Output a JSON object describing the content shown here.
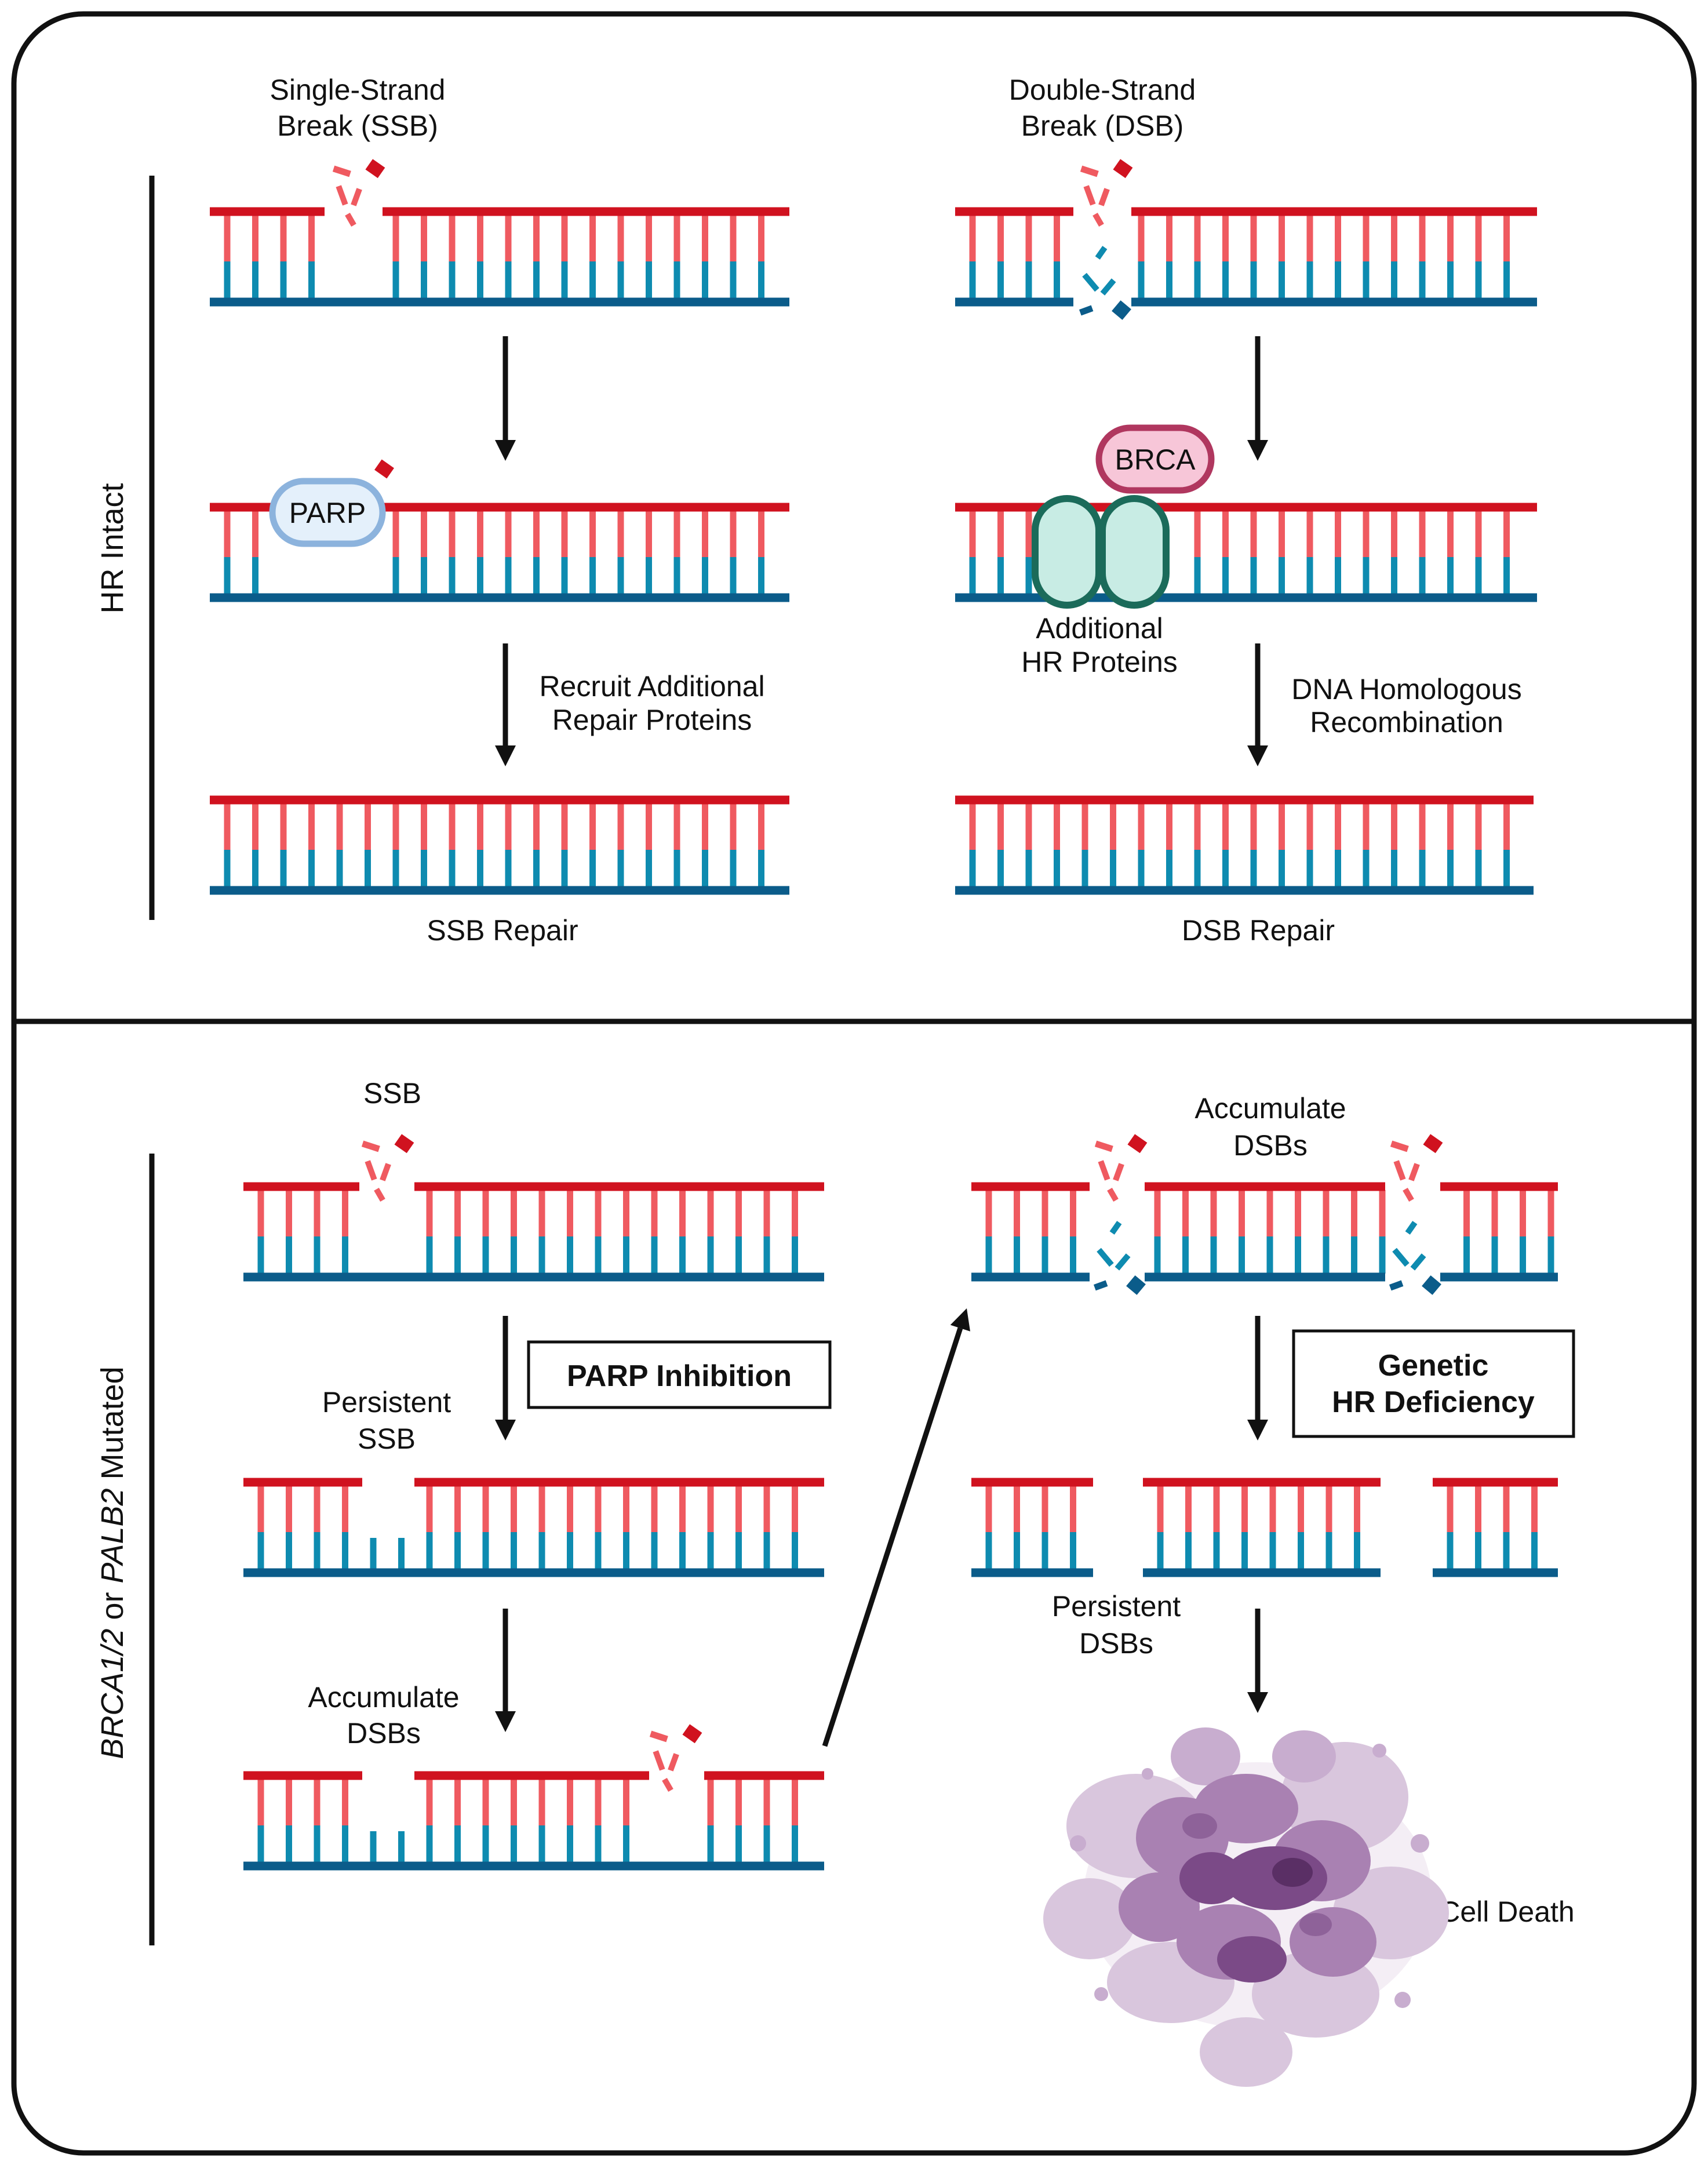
{
  "colors": {
    "top_strand": "#d0121f",
    "top_rung": "#ef5a60",
    "bottom_strand": "#0b5c8a",
    "bottom_rung": "#0e8bb0",
    "arrow": "#111111",
    "parp_fill": "#e4f0fb",
    "parp_stroke": "#8cb3dd",
    "brca_fill": "#f7c6d8",
    "brca_stroke": "#b0375f",
    "hr_fill": "#c8ece4",
    "hr_stroke": "#1b6b5a",
    "cell_dark": "#7b4a87",
    "cell_mid": "#a981b2",
    "cell_light": "#d9c6dd"
  },
  "top_panel": {
    "side_label": "HR Intact",
    "ssb_column": {
      "title_line1": "Single-Strand",
      "title_line2": "Break (SSB)",
      "parp_label": "PARP",
      "step_line1": "Recruit Additional",
      "step_line2": "Repair Proteins",
      "result": "SSB Repair"
    },
    "dsb_column": {
      "title_line1": "Double-Strand",
      "title_line2": "Break (DSB)",
      "brca_label": "BRCA",
      "hr_line1": "Additional",
      "hr_line2": "HR Proteins",
      "step_line1": "DNA Homologous",
      "step_line2": "Recombination",
      "result": "DSB Repair"
    }
  },
  "bottom_panel": {
    "side_label_italic1": "BRCA1/2",
    "side_label_mid": " or ",
    "side_label_italic2": "PALB2",
    "side_label_end": " Mutated",
    "left_column": {
      "ssb": "SSB",
      "parp_inhibition": "PARP Inhibition",
      "persistent_line1": "Persistent",
      "persistent_line2": "SSB",
      "accumulate_line1": "Accumulate",
      "accumulate_line2": "DSBs"
    },
    "right_column": {
      "accumulate_line1": "Accumulate",
      "accumulate_line2": "DSBs",
      "genetic_line1": "Genetic",
      "genetic_line2": "HR Deficiency",
      "persistent_line1": "Persistent",
      "persistent_line2": "DSBs",
      "cell_death": "Cell Death"
    }
  }
}
